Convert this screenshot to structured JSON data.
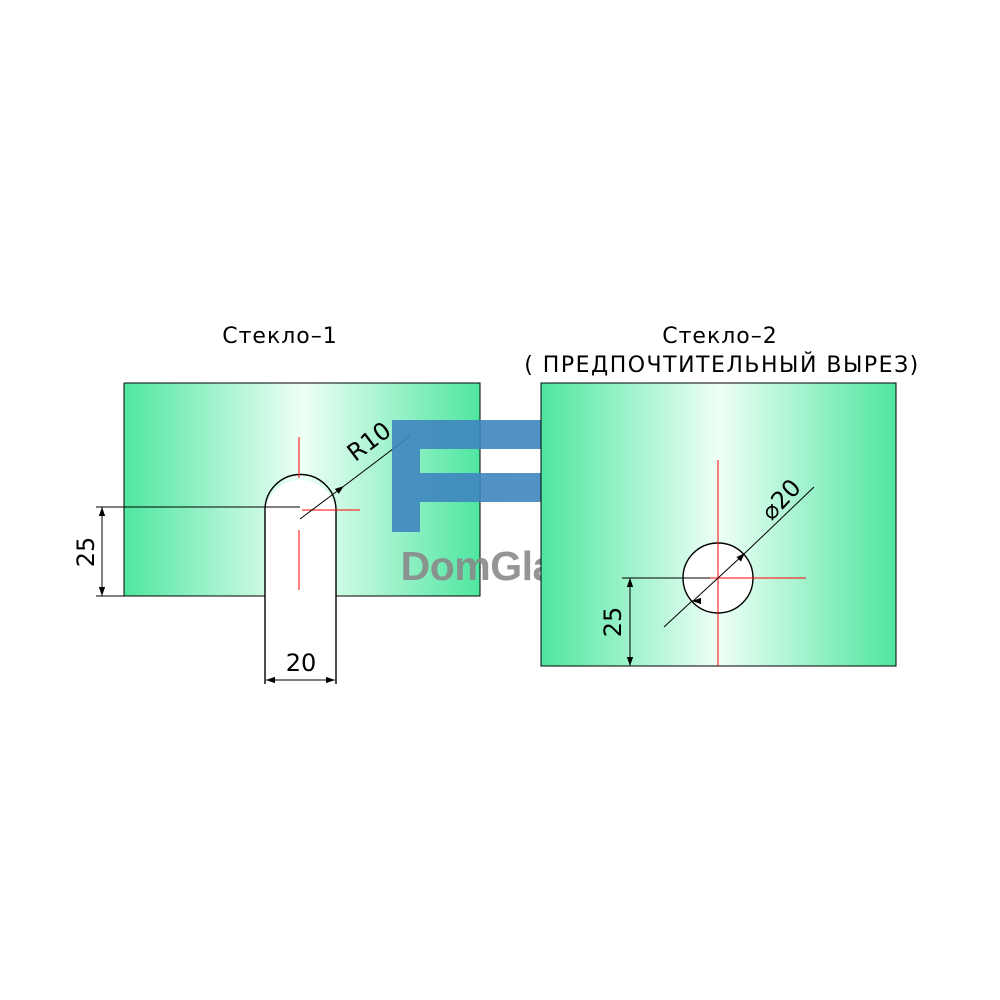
{
  "glass1": {
    "title": "Стекло–1",
    "radius_label": "R10",
    "width_label": "20",
    "height_label": "25"
  },
  "glass2": {
    "title": "Стекло–2",
    "subtitle": "( ПРЕДПОЧТИТЕЛЬНЫЙ  ВЫРЕЗ)",
    "diameter_label": "⌀20",
    "height_label": "25"
  },
  "watermark": {
    "text": "DomGlass",
    "logo_color": "#3f86bf",
    "text_color": "#8a8a8a"
  },
  "colors": {
    "glass_edge": "#4fe6a0",
    "glass_center": "#ecfff5",
    "center_line": "#ff0000",
    "outline": "#000000"
  }
}
